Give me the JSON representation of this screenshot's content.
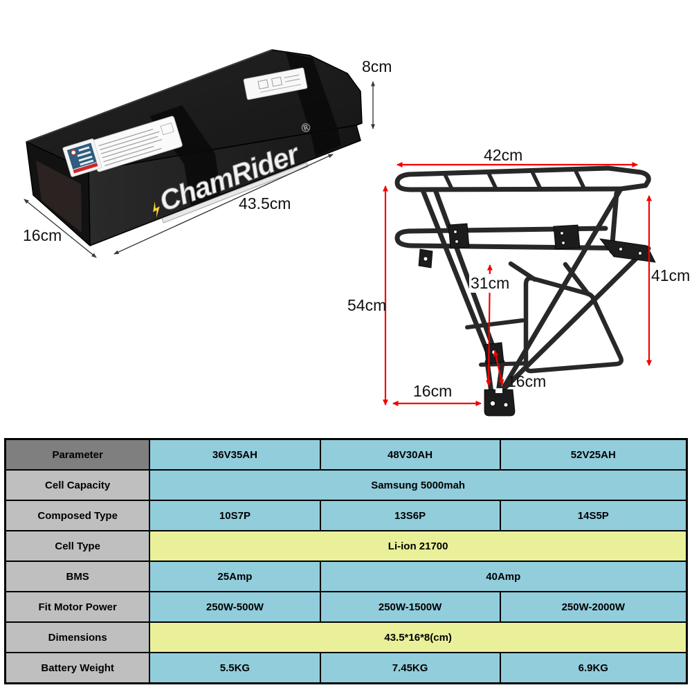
{
  "product": {
    "brand": "ChamRider",
    "registered_mark": "®"
  },
  "battery_figure": {
    "dims": {
      "height": "8cm",
      "length": "43.5cm",
      "width": "16cm"
    }
  },
  "rack_figure": {
    "dims": {
      "top_width": "42cm",
      "left_height": "54cm",
      "right_height": "41cm",
      "inner_height": "31cm",
      "bottom_width": "16cm",
      "mount_spacing": "16cm"
    }
  },
  "colors": {
    "dimension_arrow_red": "#f40000",
    "dimension_arrow_black": "#3a3a3a",
    "table_value_blue": "#92cddc",
    "table_highlight_yellow": "#eaf099",
    "table_label_gray": "#bfbfbf",
    "table_header_gray": "#7f7f7f",
    "battery_black": "#1d1d1d",
    "logo_lightning_yellow": "#f6d23a"
  },
  "spec_table": {
    "rows": [
      {
        "label": "Parameter",
        "cells": [
          "36V35AH",
          "48V30AH",
          "52V25AH"
        ]
      },
      {
        "label": "Cell Capacity",
        "cells": [
          "Samsung  5000mah"
        ]
      },
      {
        "label": "Composed Type",
        "cells": [
          "10S7P",
          "13S6P",
          "14S5P"
        ]
      },
      {
        "label": "Cell Type",
        "cells": [
          "Li-ion 21700"
        ]
      },
      {
        "label": "BMS",
        "cells": [
          "25Amp",
          "40Amp"
        ]
      },
      {
        "label": "Fit Motor Power",
        "cells": [
          "250W-500W",
          "250W-1500W",
          "250W-2000W"
        ]
      },
      {
        "label": "Dimensions",
        "cells": [
          "43.5*16*8(cm)"
        ]
      },
      {
        "label": "Battery Weight",
        "cells": [
          "5.5KG",
          "7.45KG",
          "6.9KG"
        ]
      }
    ]
  }
}
